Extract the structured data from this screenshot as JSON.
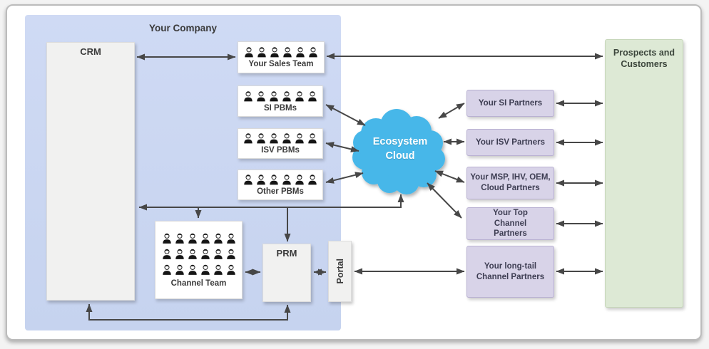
{
  "company": {
    "label": "Your Company",
    "crm_label": "CRM",
    "prm_label": "PRM",
    "portal_label": "Portal",
    "teams": {
      "sales": {
        "label": "Your Sales Team",
        "icon_rows": [
          6
        ]
      },
      "si_pbms": {
        "label": "SI PBMs",
        "icon_rows": [
          6
        ]
      },
      "isv_pbms": {
        "label": "ISV PBMs",
        "icon_rows": [
          6
        ]
      },
      "other_pbms": {
        "label": "Other PBMs",
        "icon_rows": [
          6
        ]
      },
      "channel": {
        "label": "Channel Team",
        "icon_rows": [
          6,
          6,
          6
        ]
      }
    }
  },
  "cloud": {
    "line1": "Ecosystem",
    "line2": "Cloud"
  },
  "partners": [
    {
      "label": "Your SI Partners"
    },
    {
      "label": "Your ISV Partners"
    },
    {
      "label": "Your MSP, IHV, OEM, Cloud Partners"
    },
    {
      "label": "Your Top Channel Partners"
    },
    {
      "label": "Your long-tail Channel Partners"
    }
  ],
  "prospects": {
    "label": "Prospects and Customers"
  },
  "colors": {
    "company_fill": "#c9d6f1",
    "cloud_fill": "#47b7e9",
    "partner_fill": "#d8d3e8",
    "prospects_fill": "#dde9d5",
    "arrow": "#474747"
  }
}
